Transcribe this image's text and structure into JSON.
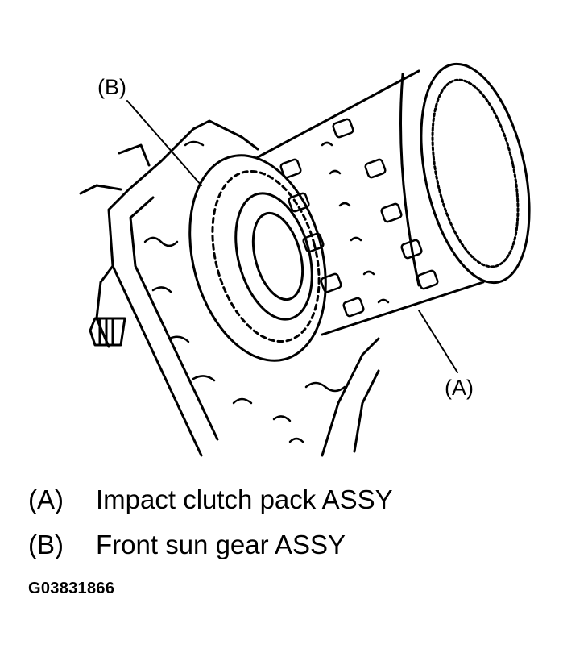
{
  "callouts": {
    "a": "(A)",
    "b": "(B)"
  },
  "legend": [
    {
      "key": "(A)",
      "text": "Impact clutch pack ASSY"
    },
    {
      "key": "(B)",
      "text": "Front sun gear ASSY"
    }
  ],
  "figure_id": "G03831866",
  "colors": {
    "line": "#000000",
    "background": "#ffffff"
  }
}
